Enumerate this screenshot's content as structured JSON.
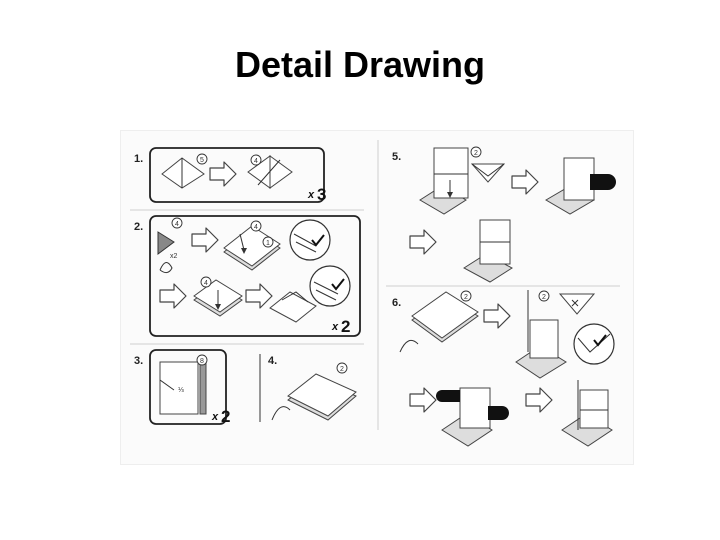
{
  "slide": {
    "title": "Detail Drawing"
  },
  "steps": {
    "s1": {
      "label": "1.",
      "multiplier_x": "x",
      "multiplier_n": "3",
      "badges": [
        "5",
        "4"
      ]
    },
    "s2": {
      "label": "2.",
      "multiplier_x": "x",
      "multiplier_n": "2",
      "inner_x": "x2",
      "badges": [
        "4",
        "4",
        "1",
        "4"
      ]
    },
    "s3": {
      "label": "3.",
      "multiplier_x": "x",
      "multiplier_n": "2",
      "badge": "8",
      "fraction": "⅓"
    },
    "s4": {
      "label": "4.",
      "badge": "2"
    },
    "s5": {
      "label": "5.",
      "badge": "2"
    },
    "s6": {
      "label": "6.",
      "badges": [
        "2",
        "2"
      ]
    }
  }
}
